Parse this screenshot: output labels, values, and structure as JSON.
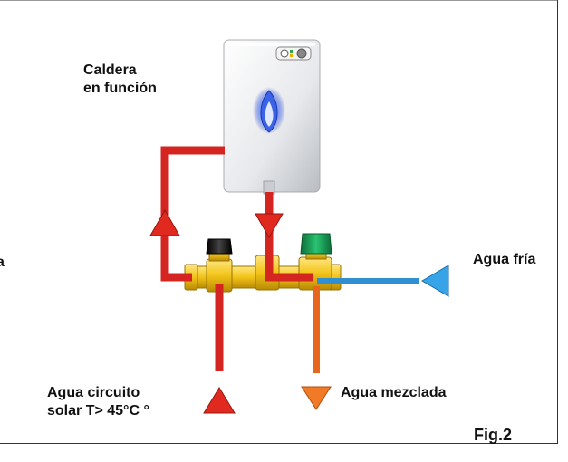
{
  "labels": {
    "boiler": [
      "Caldera",
      "en función"
    ],
    "solar_water": [
      "Agua circuito",
      "solar T> 45°C  °"
    ],
    "mixed_water": "Agua mezclada",
    "cold_water": "Agua fría",
    "left_cut": "a",
    "figure": "Fig.2"
  },
  "colors": {
    "hot_pipe": "#d42520",
    "mixed_pipe": "#e8661b",
    "cold_pipe": "#2f8fd0",
    "valve_brass": "#f2c318",
    "valve_cap_black": "#1a1a1a",
    "valve_cap_green": "#1a9a52",
    "boiler_body": "#e9ebee"
  },
  "icons": {
    "boiler": "wall-boiler-icon",
    "flame": "flame-icon",
    "valve": "thermostatic-mixing-valve-icon",
    "flow_arrow": "triangle-arrow-icon"
  }
}
